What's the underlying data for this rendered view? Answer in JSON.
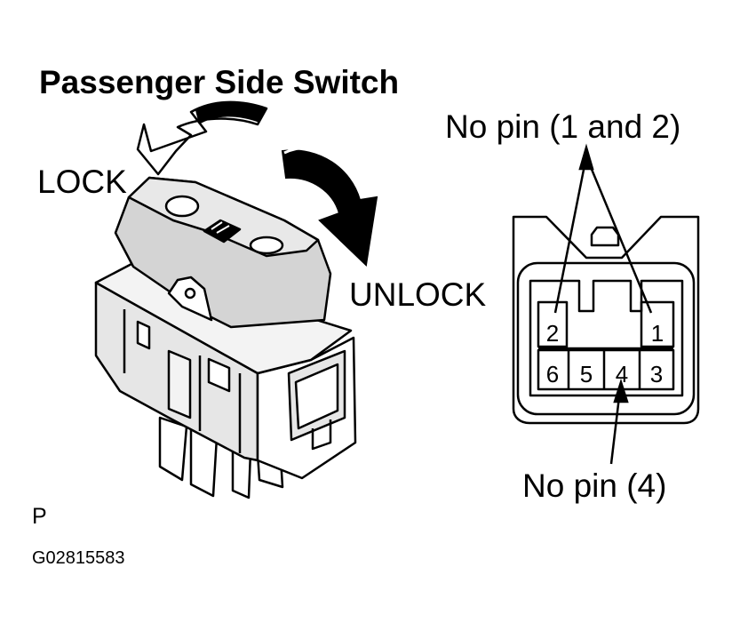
{
  "title": "Passenger Side Switch",
  "labels": {
    "lock": "LOCK",
    "unlock": "UNLOCK",
    "no_pin_1_2": "No pin (1 and 2)",
    "no_pin_4": "No pin (4)",
    "corner_mark": "P",
    "figure_id": "G02815583"
  },
  "connector_pins": {
    "top_row": [
      "2",
      "1"
    ],
    "bottom_row": [
      "6",
      "5",
      "4",
      "3"
    ]
  }
}
